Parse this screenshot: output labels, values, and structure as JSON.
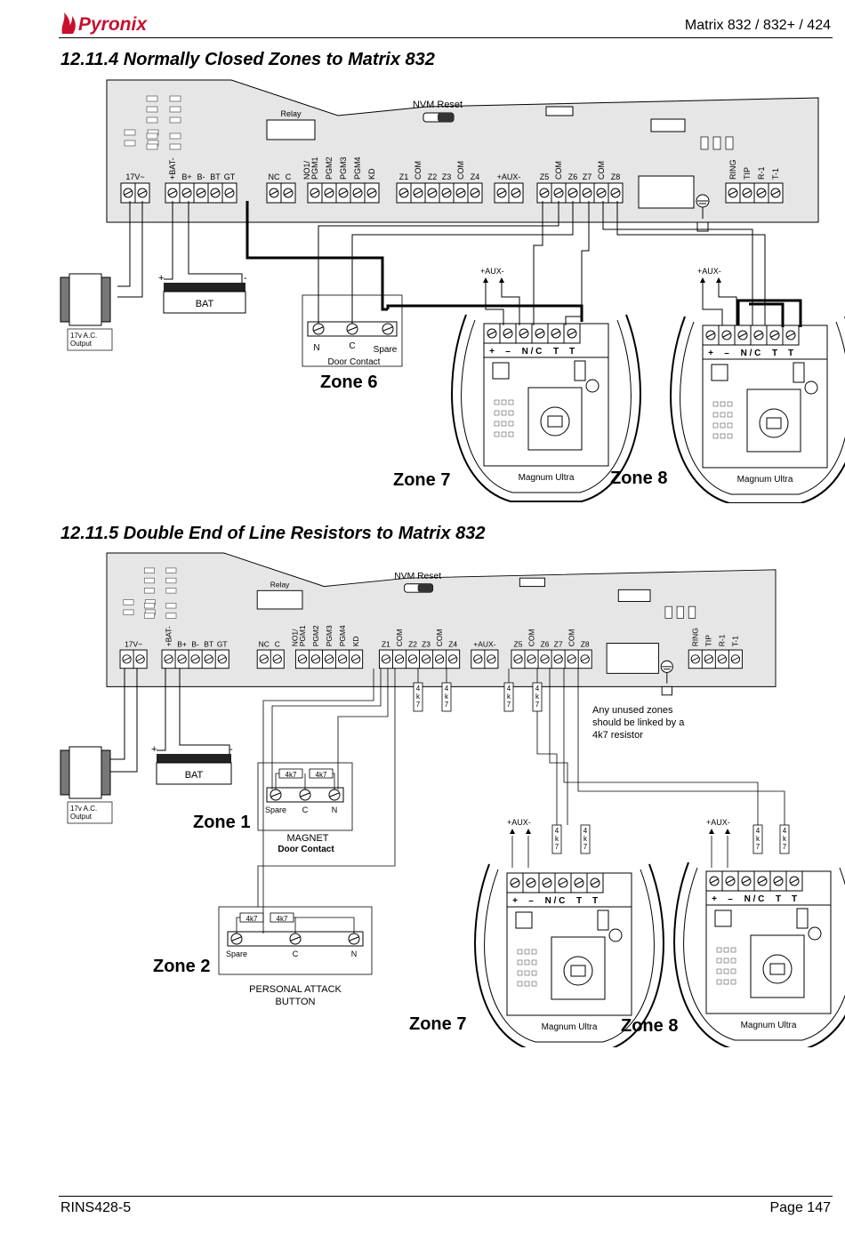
{
  "header": {
    "brand": "Pyronix",
    "title": "Matrix 832 / 832+ / 424"
  },
  "sections": [
    {
      "title": "12.11.4 Normally Closed Zones to Matrix 832"
    },
    {
      "title": "12.11.5 Double End of Line Resistors to Matrix 832"
    }
  ],
  "panel": {
    "nvm_reset": "NVM Reset",
    "relay": "Relay",
    "groups": [
      [
        "17V~"
      ],
      [
        "+BAT-",
        "B+",
        "B-",
        "BT",
        "GT"
      ],
      [
        "NC",
        "C"
      ],
      [
        "NO1/ PGM1",
        "PGM2",
        "PGM3",
        "PGM4",
        "KD"
      ],
      [
        "Z1",
        "COM",
        "Z2",
        "Z3",
        "COM",
        "Z4"
      ],
      [
        "+AUX-"
      ],
      [
        "Z5",
        "COM",
        "Z6",
        "Z7",
        "COM",
        "Z8"
      ],
      [
        "RING",
        "TIP",
        "R-1",
        "T-1"
      ]
    ]
  },
  "common": {
    "bat": "BAT",
    "plus": "+",
    "minus": "-",
    "ac_output": [
      "17v A.C.",
      "Output"
    ],
    "aux": "+AUX-",
    "detector_name": "Magnum Ultra",
    "detector_terminals": [
      "+",
      "–",
      "N / C",
      "T",
      "T"
    ],
    "resistor": "4k7",
    "resistor_v": [
      "4",
      "k",
      "7"
    ]
  },
  "diagram1": {
    "door_contact": {
      "terminals": [
        "N",
        "C",
        "Spare"
      ],
      "label": "Door Contact"
    },
    "zones": [
      "Zone 6",
      "Zone 7",
      "Zone 8"
    ]
  },
  "diagram2": {
    "magnet": {
      "terminals": [
        "Spare",
        "C",
        "N"
      ],
      "label": "MAGNET",
      "sublabel": "Door Contact"
    },
    "pa_button": {
      "terminals": [
        "Spare",
        "C",
        "N"
      ],
      "label": [
        "PERSONAL ATTACK",
        "BUTTON"
      ]
    },
    "unused_note": [
      "Any unused zones",
      "should be linked by a",
      "4k7 resistor"
    ],
    "zones": [
      "Zone 1",
      "Zone 2",
      "Zone 7",
      "Zone 8"
    ]
  },
  "footer": {
    "doc_id": "RINS428-5",
    "page": "Page 147"
  }
}
